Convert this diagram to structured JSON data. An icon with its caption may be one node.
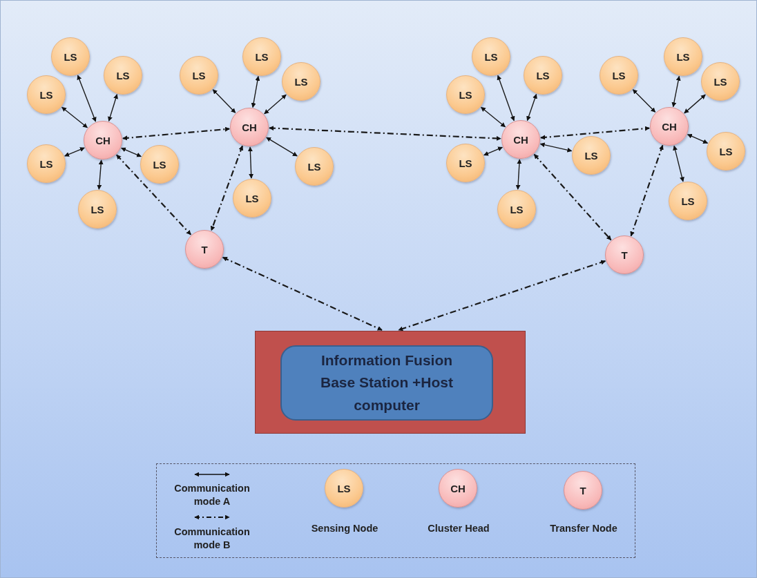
{
  "diagram": {
    "nodes": [
      {
        "text": [
          "CH"
        ]
      },
      {
        "text": [
          "LS"
        ]
      },
      {
        "text": [
          "LS"
        ]
      },
      {
        "text": [
          "LS"
        ]
      },
      {
        "text": [
          "LS"
        ]
      },
      {
        "text": [
          "LS"
        ]
      },
      {
        "text": [
          "LS"
        ]
      },
      {
        "text": [
          "CH"
        ]
      },
      {
        "text": [
          "LS"
        ]
      },
      {
        "text": [
          "LS"
        ]
      },
      {
        "text": [
          "LS"
        ]
      },
      {
        "text": [
          "LS"
        ]
      },
      {
        "text": [
          "LS"
        ]
      },
      {
        "text": [
          "CH"
        ]
      },
      {
        "text": [
          "LS"
        ]
      },
      {
        "text": [
          "LS"
        ]
      },
      {
        "text": [
          "LS"
        ]
      },
      {
        "text": [
          "LS"
        ]
      },
      {
        "text": [
          "LS"
        ]
      },
      {
        "text": [
          "LS"
        ]
      },
      {
        "text": [
          "CH"
        ]
      },
      {
        "text": [
          "LS"
        ]
      },
      {
        "text": [
          "LS"
        ]
      },
      {
        "text": [
          "LS"
        ]
      },
      {
        "text": [
          "LS"
        ]
      },
      {
        "text": [
          "LS"
        ]
      },
      {
        "text": [
          "T"
        ]
      },
      {
        "text": [
          "T"
        ]
      },
      {
        "text": [],
        "shape": "box"
      },
      {
        "text": [
          "Information Fusion Base Station +Host computer"
        ],
        "in": 28
      },
      {
        "text": [
          "LS"
        ]
      },
      {
        "text": [
          "CH"
        ]
      },
      {
        "text": [
          "T"
        ]
      }
    ],
    "edges": [
      {
        "from": 1,
        "to": 0,
        "arrow": "both"
      },
      {
        "from": 2,
        "to": 0,
        "arrow": "both"
      },
      {
        "from": 3,
        "to": 0,
        "arrow": "both"
      },
      {
        "from": 4,
        "to": 0,
        "arrow": "both"
      },
      {
        "from": 5,
        "to": 0,
        "arrow": "both"
      },
      {
        "from": 6,
        "to": 0,
        "arrow": "both"
      },
      {
        "from": 8,
        "to": 7,
        "arrow": "both"
      },
      {
        "from": 9,
        "to": 7,
        "arrow": "both"
      },
      {
        "from": 10,
        "to": 7,
        "arrow": "both"
      },
      {
        "from": 11,
        "to": 7,
        "arrow": "both"
      },
      {
        "from": 12,
        "to": 7,
        "arrow": "both"
      },
      {
        "from": 14,
        "to": 13,
        "arrow": "both"
      },
      {
        "from": 15,
        "to": 13,
        "arrow": "both"
      },
      {
        "from": 16,
        "to": 13,
        "arrow": "both"
      },
      {
        "from": 17,
        "to": 13,
        "arrow": "both"
      },
      {
        "from": 18,
        "to": 13,
        "arrow": "both"
      },
      {
        "from": 19,
        "to": 13,
        "arrow": "both"
      },
      {
        "from": 21,
        "to": 20,
        "arrow": "both"
      },
      {
        "from": 22,
        "to": 20,
        "arrow": "both"
      },
      {
        "from": 23,
        "to": 20,
        "arrow": "both"
      },
      {
        "from": 24,
        "to": 20,
        "arrow": "both"
      },
      {
        "from": 25,
        "to": 20,
        "arrow": "both"
      },
      {
        "from": 0,
        "to": 7,
        "arrow": "both",
        "style": "dashed"
      },
      {
        "from": 7,
        "to": 13,
        "arrow": "both",
        "style": "dashed"
      },
      {
        "from": 13,
        "to": 20,
        "arrow": "both",
        "style": "dashed"
      },
      {
        "from": 0,
        "to": 26,
        "arrow": "both",
        "style": "dashed"
      },
      {
        "from": 7,
        "to": 26,
        "arrow": "both",
        "style": "dashed"
      },
      {
        "from": 13,
        "to": 27,
        "arrow": "both",
        "style": "dashed"
      },
      {
        "from": 20,
        "to": 27,
        "arrow": "both",
        "style": "dashed"
      },
      {
        "from": 26,
        "to": 28,
        "arrow": "both",
        "style": "dashed"
      },
      {
        "from": 27,
        "to": 28,
        "arrow": "both",
        "style": "dashed"
      }
    ],
    "legend": [
      {
        "text": "Communication mode A"
      },
      {
        "text": "Communication mode B"
      },
      {
        "text": "Sensing Node"
      },
      {
        "text": "Cluster Head"
      },
      {
        "text": "Transfer Node"
      }
    ]
  }
}
